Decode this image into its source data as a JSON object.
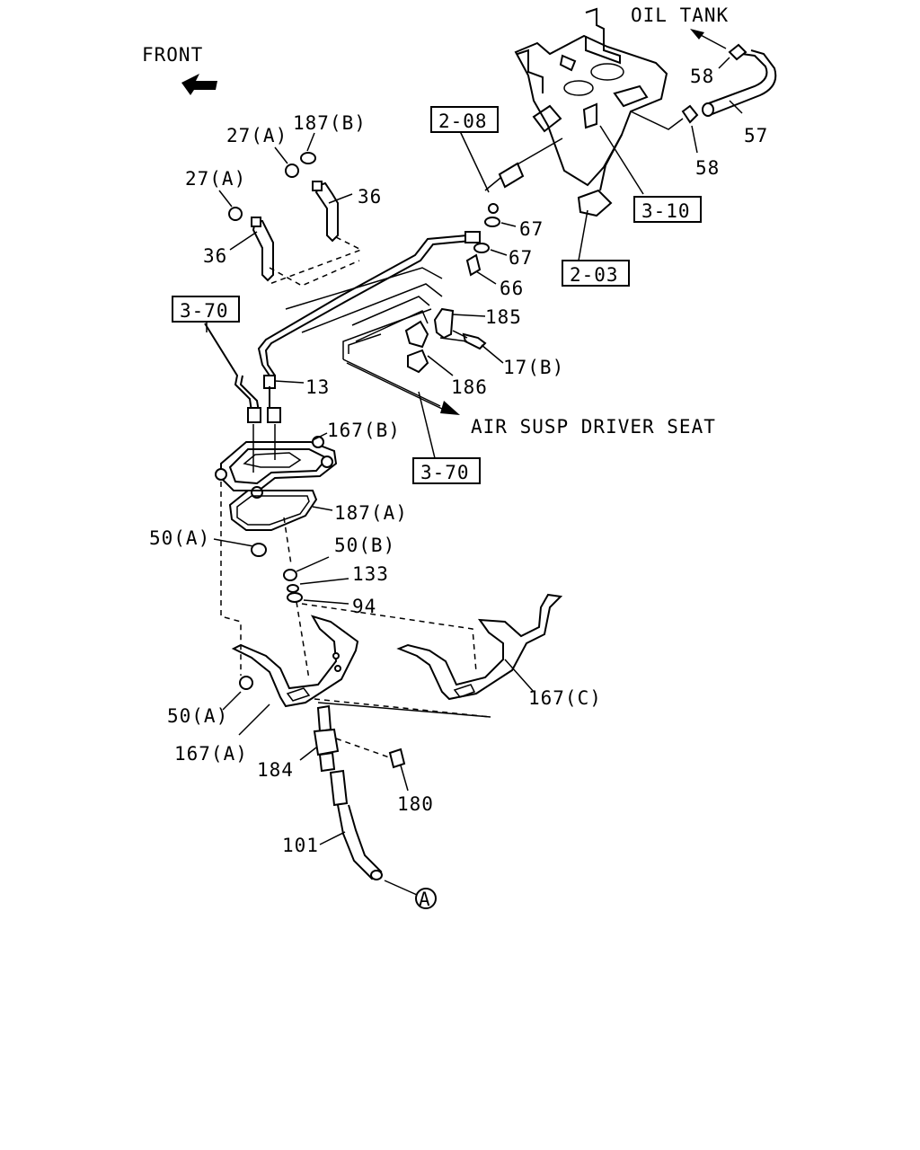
{
  "direction_labels": {
    "front": "FRONT",
    "oil_tank": "OIL TANK",
    "air_susp": "AIR SUSP DRIVER SEAT"
  },
  "ref_boxes": {
    "r208": "2-08",
    "r310": "3-10",
    "r203": "2-03",
    "r370a": "3-70",
    "r370b": "3-70"
  },
  "callouts": {
    "c58a": "58",
    "c57": "57",
    "c58b": "58",
    "c187b": "187(B)",
    "c27a1": "27(A)",
    "c27a2": "27(A)",
    "c36a": "36",
    "c36b": "36",
    "c67a": "67",
    "c67b": "67",
    "c66": "66",
    "c185": "185",
    "c17b": "17(B)",
    "c186": "186",
    "c13": "13",
    "c167b": "167(B)",
    "c187a": "187(A)",
    "c50a1": "50(A)",
    "c50b": "50(B)",
    "c133": "133",
    "c94": "94",
    "c50a2": "50(A)",
    "c167a": "167(A)",
    "c167c": "167(C)",
    "c184": "184",
    "c180": "180",
    "c101": "101",
    "cA": "A"
  }
}
